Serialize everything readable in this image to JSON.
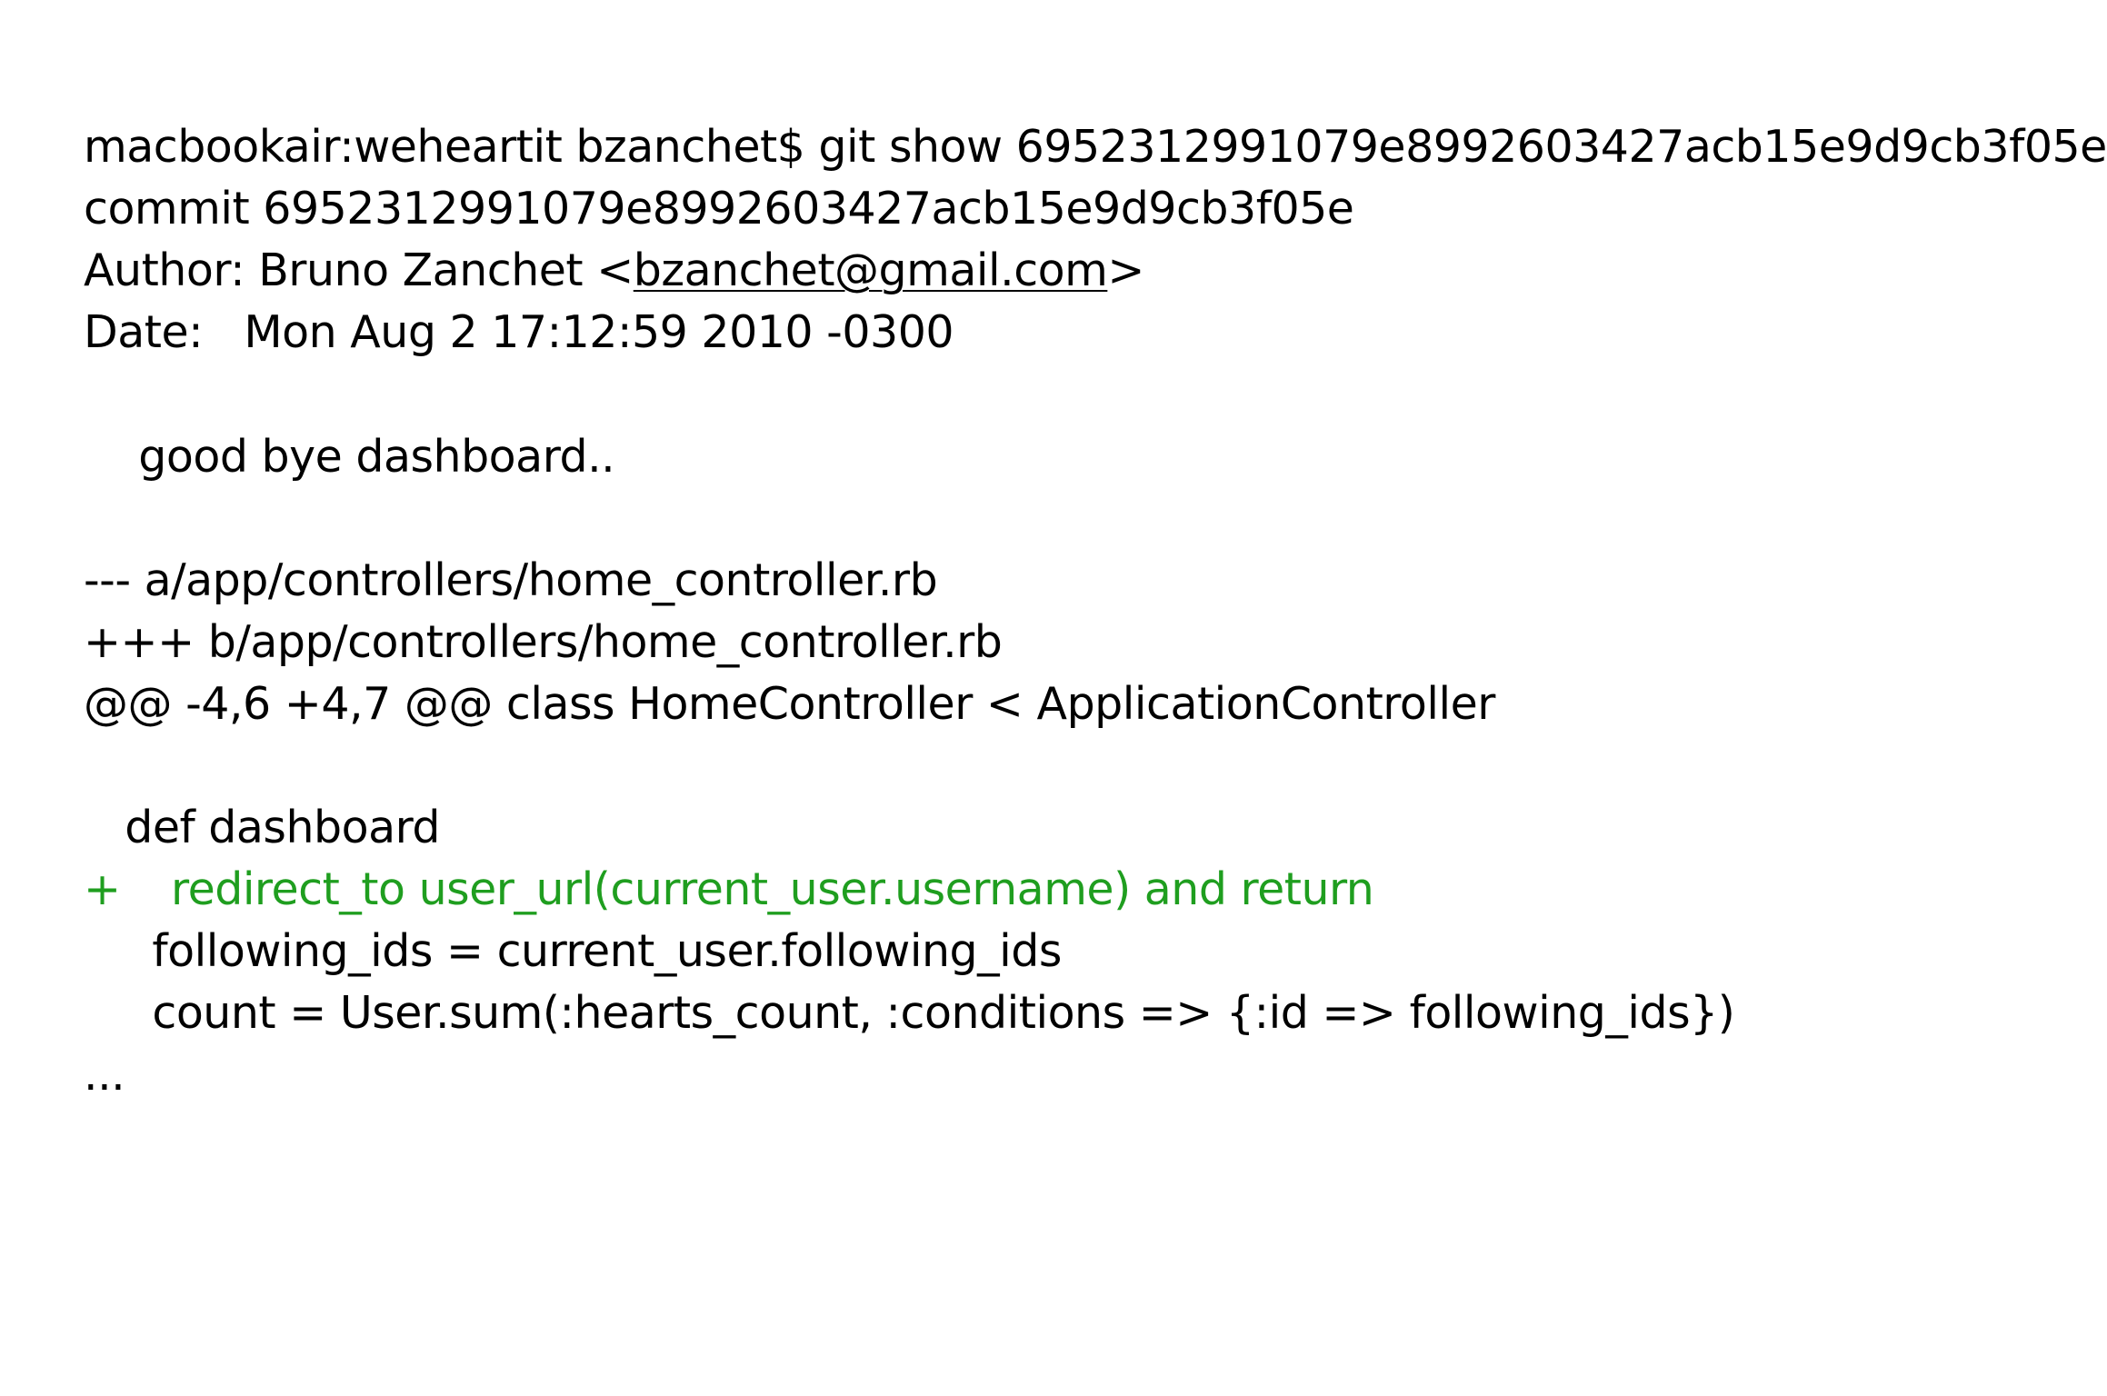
{
  "terminal": {
    "prompt_line": "macbookair:weheartit bzanchet$ git show 6952312991079e8992603427acb15e9d9cb3f05e",
    "commit_line": "commit 6952312991079e8992603427acb15e9d9cb3f05e",
    "author_prefix": "Author: Bruno Zanchet <",
    "author_email": "bzanchet@gmail.com",
    "author_suffix": ">",
    "date_line": "Date:   Mon Aug 2 17:12:59 2010 -0300",
    "commit_message": "    good bye dashboard..",
    "diff_from": "--- a/app/controllers/home_controller.rb",
    "diff_to": "+++ b/app/controllers/home_controller.rb",
    "hunk_header": "@@ -4,6 +4,7 @@ class HomeController < ApplicationController",
    "code_def": "   def dashboard",
    "added_marker": "+",
    "added_line": "redirect_to user_url(current_user.username) and return",
    "code_following": "     following_ids = current_user.following_ids",
    "code_count": "     count = User.sum(:hearts_count, :conditions => {:id => following_ids})",
    "ellipsis": "..."
  },
  "colors": {
    "text": "#000000",
    "added": "#1f9e1f",
    "background": "#ffffff"
  }
}
